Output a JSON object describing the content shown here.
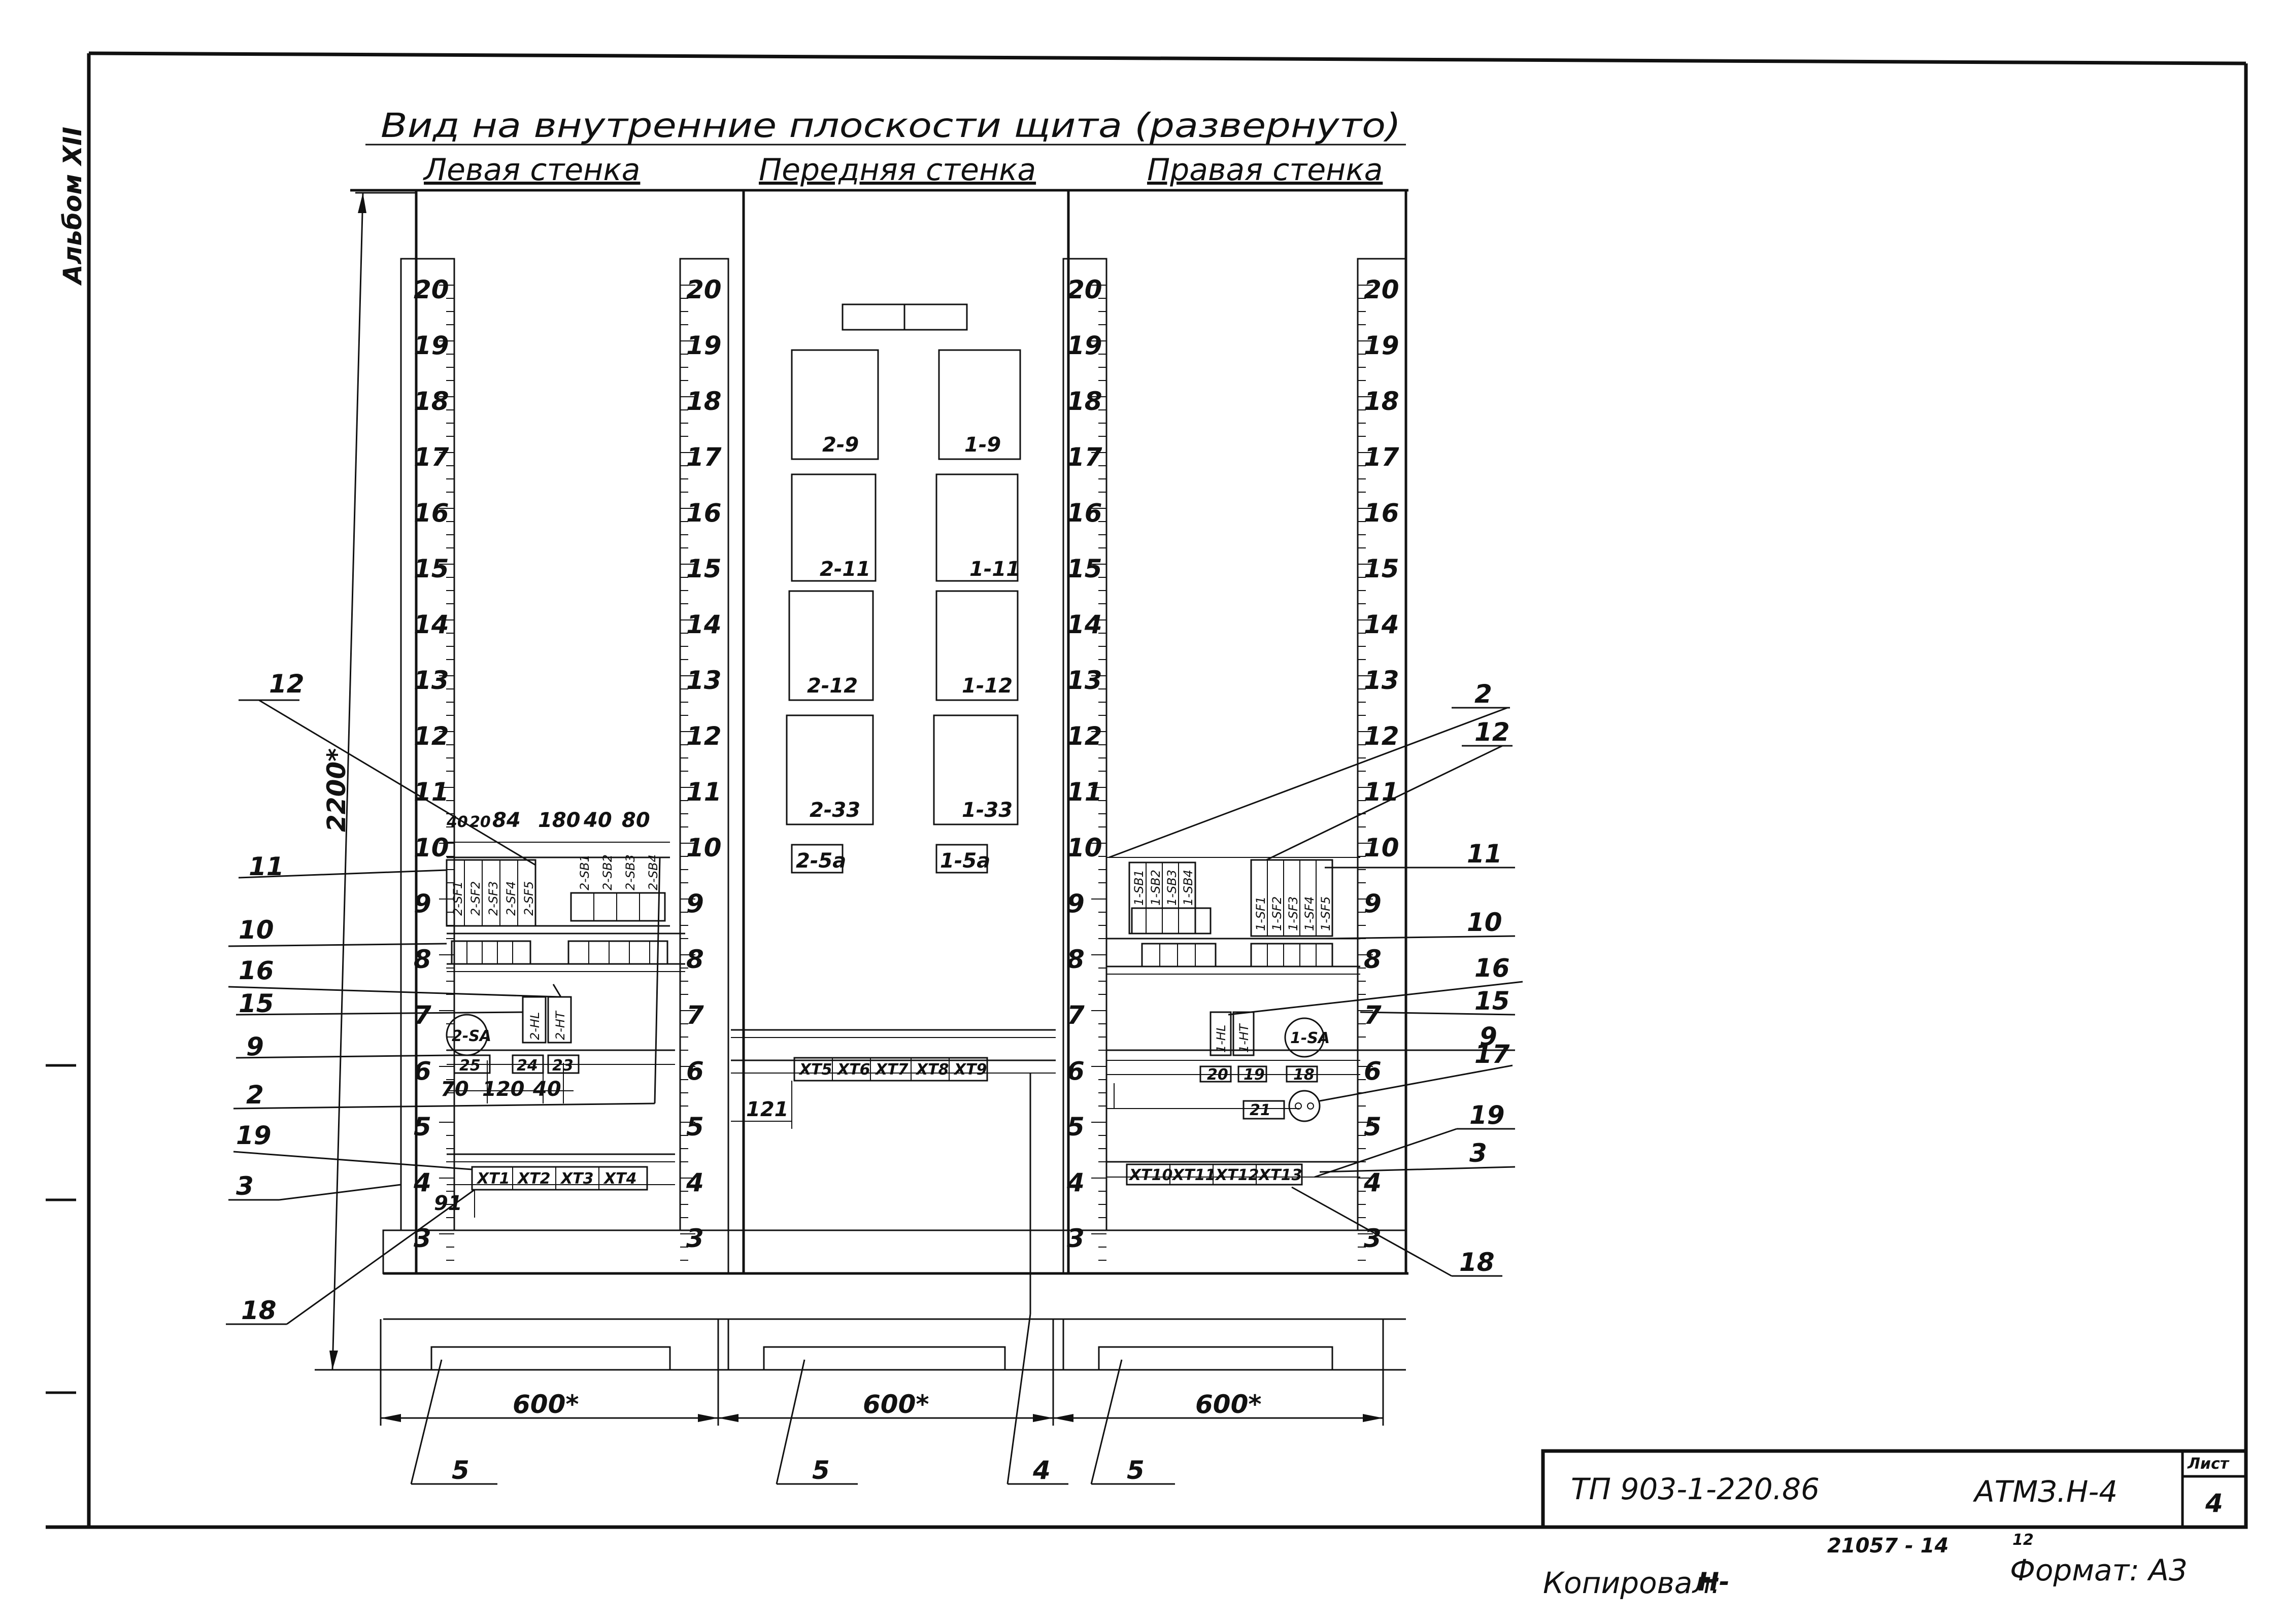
{
  "side_note": "Альбом XII",
  "title": "Вид на внутренние плоскости щита (развернуто)",
  "walls": {
    "left": "Левая стенка",
    "front": "Передняя стенка",
    "right": "Правая стенка"
  },
  "height_dim": "2200*",
  "width_dims": [
    "600*",
    "600*",
    "600*"
  ],
  "ruler_numbers": [
    "20",
    "19",
    "18",
    "17",
    "16",
    "15",
    "14",
    "13",
    "12",
    "11",
    "10",
    "9",
    "8",
    "7",
    "6",
    "5",
    "4",
    "3"
  ],
  "front_devices": [
    {
      "id": "2-9"
    },
    {
      "id": "1-9"
    },
    {
      "id": "2-11"
    },
    {
      "id": "1-11"
    },
    {
      "id": "2-12"
    },
    {
      "id": "1-12"
    },
    {
      "id": "2-33"
    },
    {
      "id": "1-33"
    },
    {
      "id": "2-5а"
    },
    {
      "id": "1-5а"
    }
  ],
  "left_wall": {
    "top_dims": [
      "40",
      "20",
      "84",
      "180",
      "40",
      "80"
    ],
    "bottom_dims": [
      "70",
      "120",
      "40"
    ],
    "dim_91": "91",
    "relays": [
      "2-SF1",
      "2-SF2",
      "2-SF3",
      "2-SF4",
      "2-SF5"
    ],
    "switches": [
      "2-SB1",
      "2-SB2",
      "2-SB3",
      "2-SB4"
    ],
    "small": [
      "2-HL",
      "2-HT"
    ],
    "lamp": "2-SA",
    "blocks": [
      "25",
      "24",
      "23"
    ],
    "terminals": [
      "XT1",
      "XT2",
      "XT3",
      "XT4"
    ]
  },
  "front_wall": {
    "terminals": [
      "XT5",
      "XT6",
      "XT7",
      "XT8",
      "XT9"
    ],
    "dim_121": "121"
  },
  "right_wall": {
    "switches": [
      "1-SB1",
      "1-SB2",
      "1-SB3",
      "1-SB4"
    ],
    "relays": [
      "1-SF1",
      "1-SF2",
      "1-SF3",
      "1-SF4",
      "1-SF5"
    ],
    "small": [
      "1-HL",
      "1-HT"
    ],
    "lamp": "1-SA",
    "blocks": [
      "20",
      "19",
      "18"
    ],
    "block_21": "21",
    "terminals": [
      "XT10",
      "XT11",
      "XT12",
      "XT13"
    ]
  },
  "callouts_left": [
    "12",
    "11",
    "10",
    "16",
    "15",
    "9",
    "2",
    "19",
    "3",
    "18"
  ],
  "callouts_right": [
    "2",
    "12",
    "11",
    "10",
    "16",
    "15",
    "9",
    "17",
    "19",
    "3",
    "18"
  ],
  "callouts_bottom": [
    "5",
    "5",
    "4",
    "5"
  ],
  "stamp": {
    "code": "ТП 903-1-220.86",
    "sheet_name": "АТМЗ.Н-4",
    "sheet_label": "Лист",
    "sheet_no": "4"
  },
  "footer": {
    "copied": "Копировал:",
    "copied_sig": "Н-",
    "order": "21057 - 14",
    "order2": "12",
    "format": "Формат: А3"
  }
}
